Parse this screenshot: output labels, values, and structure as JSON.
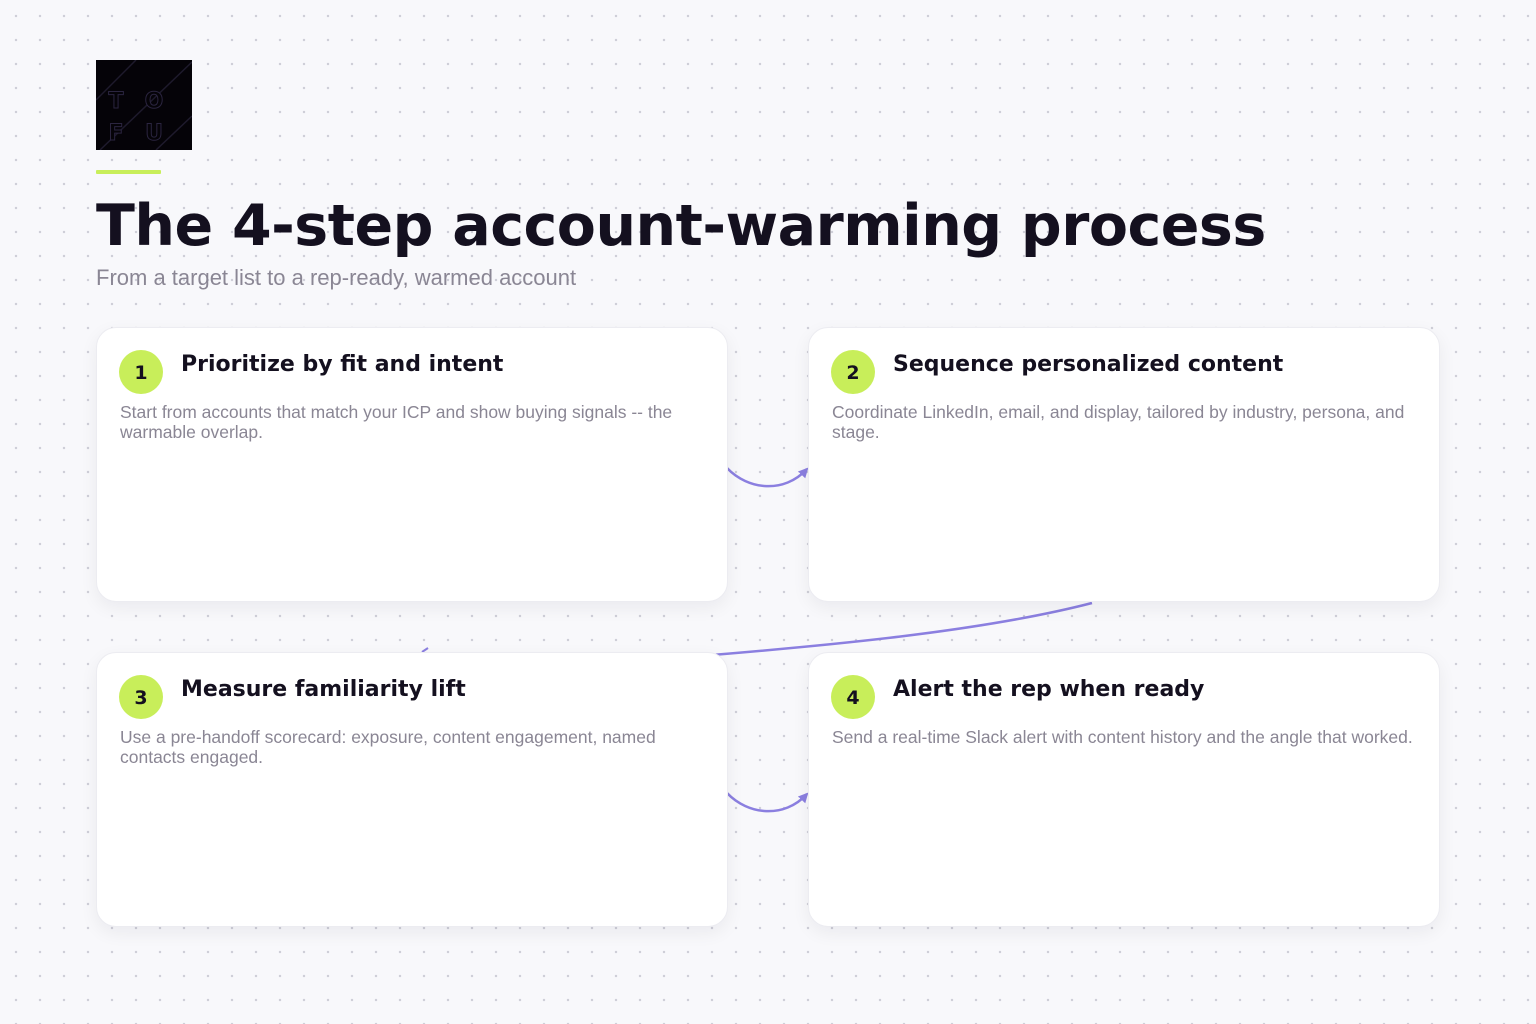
{
  "logo": {
    "letters": [
      "T",
      "O",
      "F",
      "U"
    ]
  },
  "header": {
    "title": "The 4-step account-warming process",
    "subtitle": "From a target list to a rep-ready, warmed account"
  },
  "steps": [
    {
      "number": "1",
      "title": "Prioritize by fit and intent",
      "description": "Start from accounts that match your ICP and show buying signals -- the warmable overlap."
    },
    {
      "number": "2",
      "title": "Sequence personalized content",
      "description": "Coordinate LinkedIn, email, and display, tailored by industry, persona, and stage."
    },
    {
      "number": "3",
      "title": "Measure familiarity lift",
      "description": "Use a pre-handoff scorecard: exposure, content engagement, named contacts engaged."
    },
    {
      "number": "4",
      "title": "Alert the rep when ready",
      "description": "Send a real-time Slack alert with content history and the angle that worked."
    }
  ],
  "colors": {
    "accent": "#c8ee5a",
    "connector": "#8b7fe0",
    "text": "#14101f",
    "muted": "#8a8694"
  }
}
